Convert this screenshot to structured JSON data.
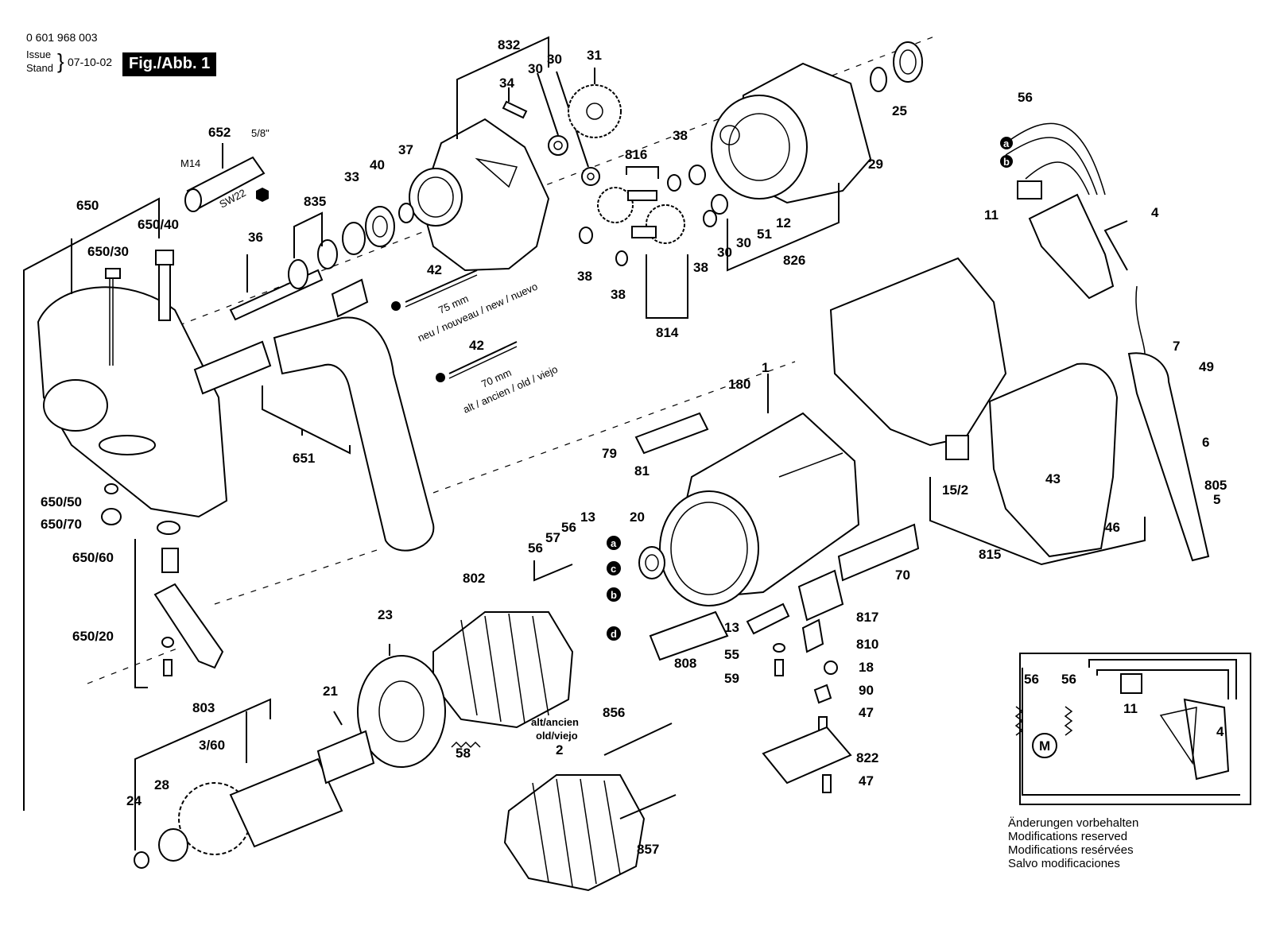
{
  "header": {
    "part_number": "0 601 968 003",
    "issue_label": "Issue",
    "stand_label": "Stand",
    "issue_date": "07-10-02",
    "figure_label": "Fig./Abb. 1"
  },
  "notes": [
    "Änderungen vorbehalten",
    "Modifications reserved",
    "Modifications resérvées",
    "Salvo modificaciones"
  ],
  "callouts": {
    "c832": "832",
    "c34": "34",
    "c30a": "30",
    "c30b": "30",
    "c31": "31",
    "c652": "652",
    "c5_8": "5/8\"",
    "cM14": "M14",
    "cSW22": "SW22",
    "c650": "650",
    "c650_30": "650/30",
    "c650_40": "650/40",
    "c835": "835",
    "c33": "33",
    "c40": "40",
    "c37": "37",
    "c36": "36",
    "c42a": "42",
    "c75mm": "75 mm",
    "cnew": "neu / nouveau / new / nuevo",
    "c42b": "42",
    "c70mm": "70 mm",
    "cold": "alt / ancien / old / viejo",
    "c651": "651",
    "c38a": "38",
    "c816": "816",
    "c38b": "38",
    "c38c": "38",
    "c38d": "38",
    "c30c": "30",
    "c30d": "30",
    "c51": "51",
    "c12": "12",
    "c826": "826",
    "c814": "814",
    "c29": "29",
    "c25": "25",
    "c56a": "56",
    "ca": "a",
    "cb": "b",
    "c11a": "11",
    "c4a": "4",
    "c7": "7",
    "c49": "49",
    "c6": "6",
    "c805": "805",
    "c5": "5",
    "c46": "46",
    "c43": "43",
    "c815": "815",
    "c15_2": "15/2",
    "c180": "180",
    "c1": "1",
    "c79": "79",
    "c81": "81",
    "c20": "20",
    "c70": "70",
    "c650_50": "650/50",
    "c650_70": "650/70",
    "c650_60": "650/60",
    "c650_20": "650/20",
    "c802": "802",
    "c56b": "56",
    "c57": "57",
    "c56c": "56",
    "c13a": "13",
    "cwa": "a",
    "cwc": "c",
    "cwb": "b",
    "cwd": "d",
    "c23": "23",
    "c21": "21",
    "c803": "803",
    "c3_60": "3/60",
    "c28": "28",
    "c24": "24",
    "c58": "58",
    "calt1": "alt/ancien",
    "calt2": "old/viejo",
    "c2": "2",
    "c856": "856",
    "c857": "857",
    "c817": "817",
    "c13b": "13",
    "c810": "810",
    "c55": "55",
    "c18": "18",
    "c59": "59",
    "c90": "90",
    "c808": "808",
    "c47a": "47",
    "c822": "822",
    "c47b": "47",
    "c56d": "56",
    "c56e": "56",
    "c11b": "11",
    "c4b": "4",
    "cM": "M"
  }
}
